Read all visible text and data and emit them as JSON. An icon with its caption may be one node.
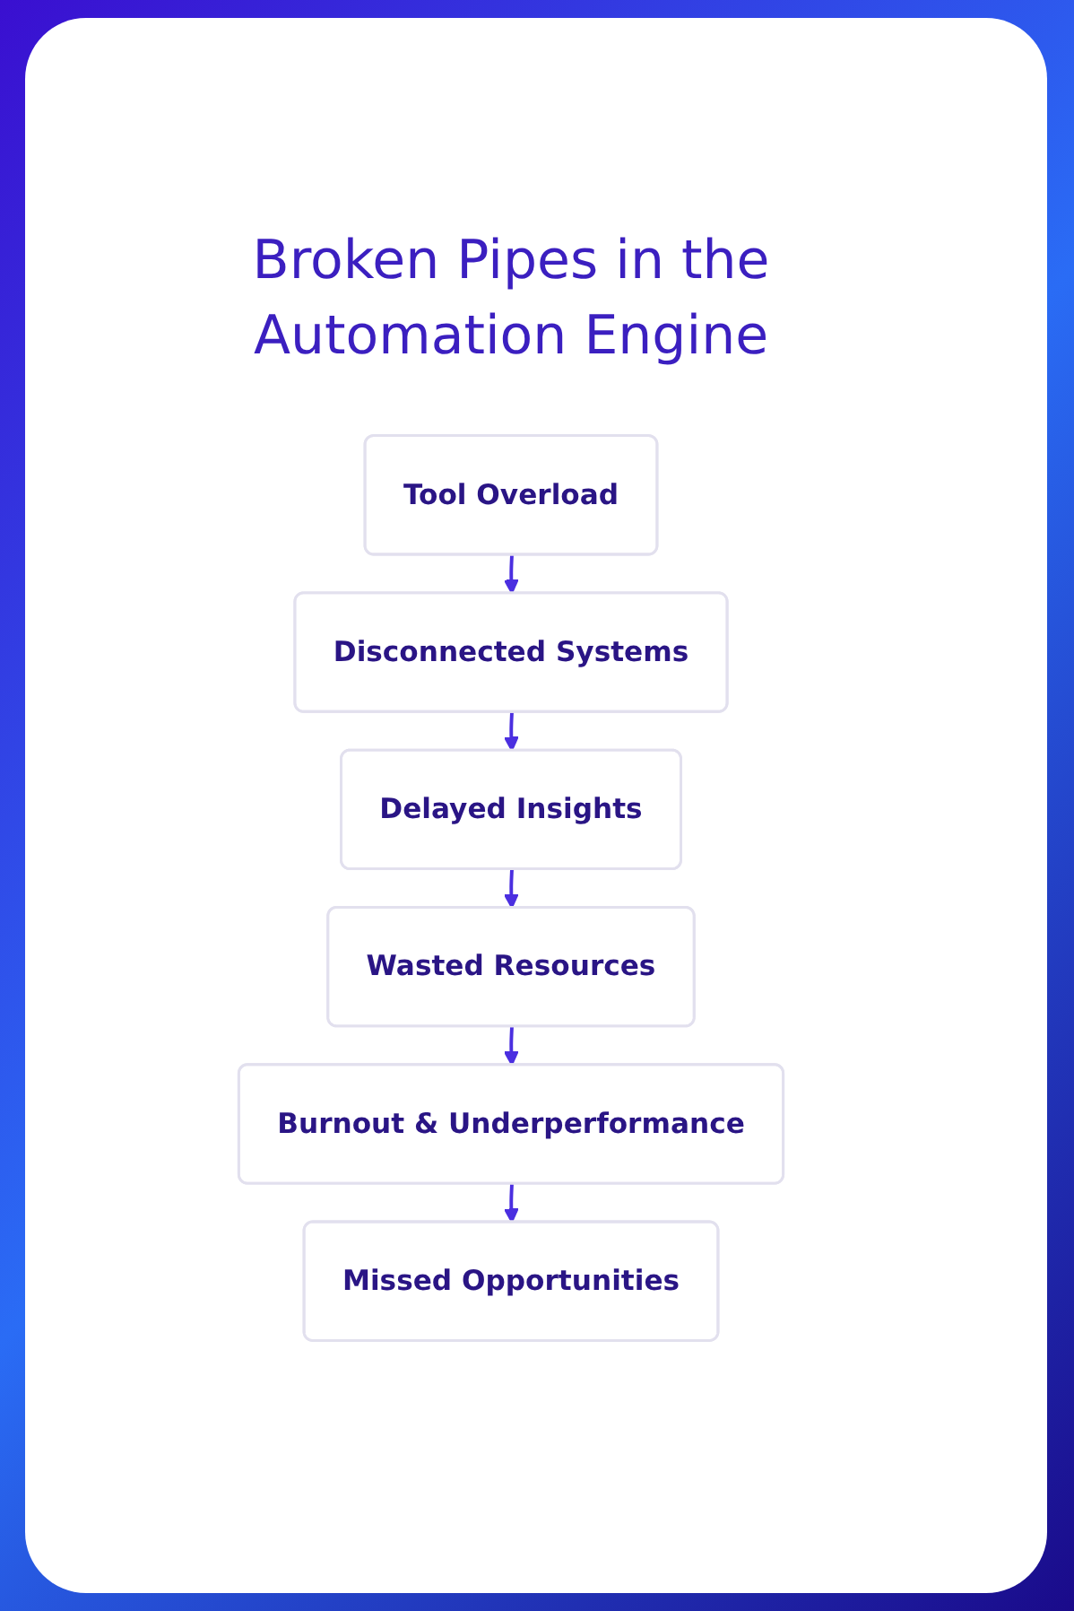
{
  "diagram": {
    "title": "Broken Pipes in the Automation Engine",
    "nodes": [
      {
        "text": [
          "Tool Overload"
        ]
      },
      {
        "text": [
          "Disconnected Systems"
        ]
      },
      {
        "text": [
          "Delayed Insights"
        ]
      },
      {
        "text": [
          "Wasted Resources"
        ]
      },
      {
        "text": [
          "Burnout & Underperformance"
        ]
      },
      {
        "text": [
          "Missed Opportunities"
        ]
      }
    ],
    "edges": [
      {
        "from": 0,
        "to": 1,
        "arrow": "to"
      },
      {
        "from": 1,
        "to": 2,
        "arrow": "to"
      },
      {
        "from": 2,
        "to": 3,
        "arrow": "to"
      },
      {
        "from": 3,
        "to": 4,
        "arrow": "to"
      },
      {
        "from": 4,
        "to": 5,
        "arrow": "to"
      }
    ]
  }
}
